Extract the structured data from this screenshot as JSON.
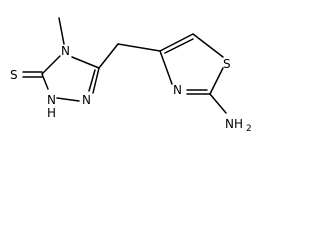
{
  "molecule": {
    "atoms": {
      "S_thione": "S",
      "N4": "N",
      "N2": "N",
      "NH": "N",
      "H": "H",
      "S_thiazole": "S",
      "N_thiazole": "N",
      "NH2_N": "NH",
      "NH2_sub": "2"
    }
  }
}
